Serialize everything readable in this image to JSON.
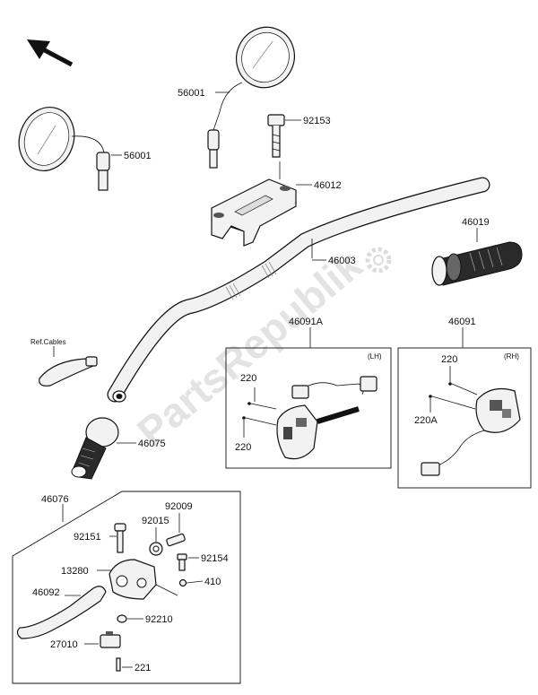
{
  "watermark": "PartsRepublik",
  "labels": {
    "p56001_top": "56001",
    "p56001_left": "56001",
    "p92153": "92153",
    "p46012": "46012",
    "p46003": "46003",
    "p46019": "46019",
    "ref_cables": "Ref.Cables",
    "p46091A": "46091A",
    "p46091": "46091",
    "lh_tag": "(LH)",
    "rh_tag": "(RH)",
    "lh_220_top": "220",
    "lh_220_bottom": "220",
    "rh_220": "220",
    "rh_220A": "220A",
    "p46075": "46075",
    "p46076": "46076",
    "p92009": "92009",
    "p92015": "92015",
    "p92151": "92151",
    "p92154": "92154",
    "p13280": "13280",
    "p410": "410",
    "p46092": "46092",
    "p92210": "92210",
    "p27010": "27010",
    "p221": "221"
  },
  "icons": {
    "direction_arrow": "arrow-up-left-icon",
    "watermark_gear": "gear-icon"
  }
}
